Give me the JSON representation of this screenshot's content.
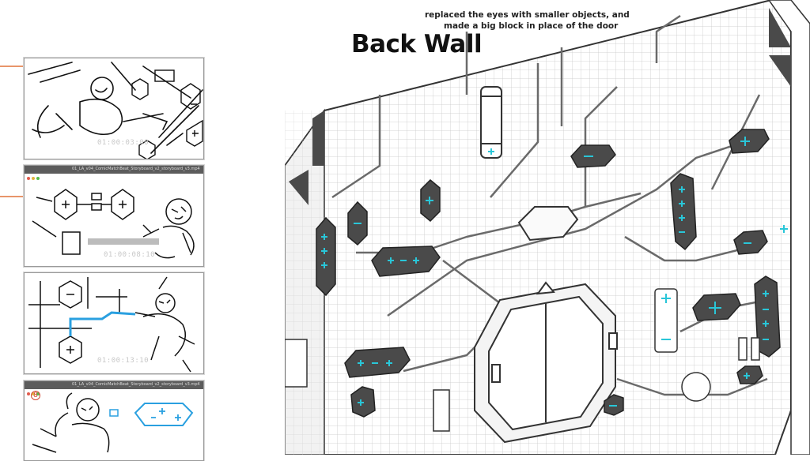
{
  "header": {
    "title": "Back Wall",
    "note_line1": "replaced the eyes with smaller objects, and",
    "note_line2": "made a big block in place of the door"
  },
  "storyboard": {
    "panels": [
      {
        "timecode": "01:00:03:00",
        "player_title": "",
        "panel_number": ""
      },
      {
        "timecode": "01:00:08:10",
        "player_title": "01_LA_v04_ComicMatchBeat_Storyboard_v2_storyboard_v3.mp4",
        "panel_number": ""
      },
      {
        "timecode": "01:00:13:10",
        "player_title": "",
        "panel_number": ""
      },
      {
        "timecode": "",
        "player_title": "01_LA_v04_ComicMatchBeat_Storyboard_v2_storyboard_v3.mp4",
        "panel_number": "8"
      }
    ]
  },
  "colors": {
    "accent_cyan": "#29c6d8",
    "orange_marker": "#e8956a",
    "panel_dark": "#4a4a4a",
    "sketch_blue": "#2aa0e0"
  },
  "wall": {
    "icons": [
      "plus-icon",
      "minus-icon"
    ]
  }
}
